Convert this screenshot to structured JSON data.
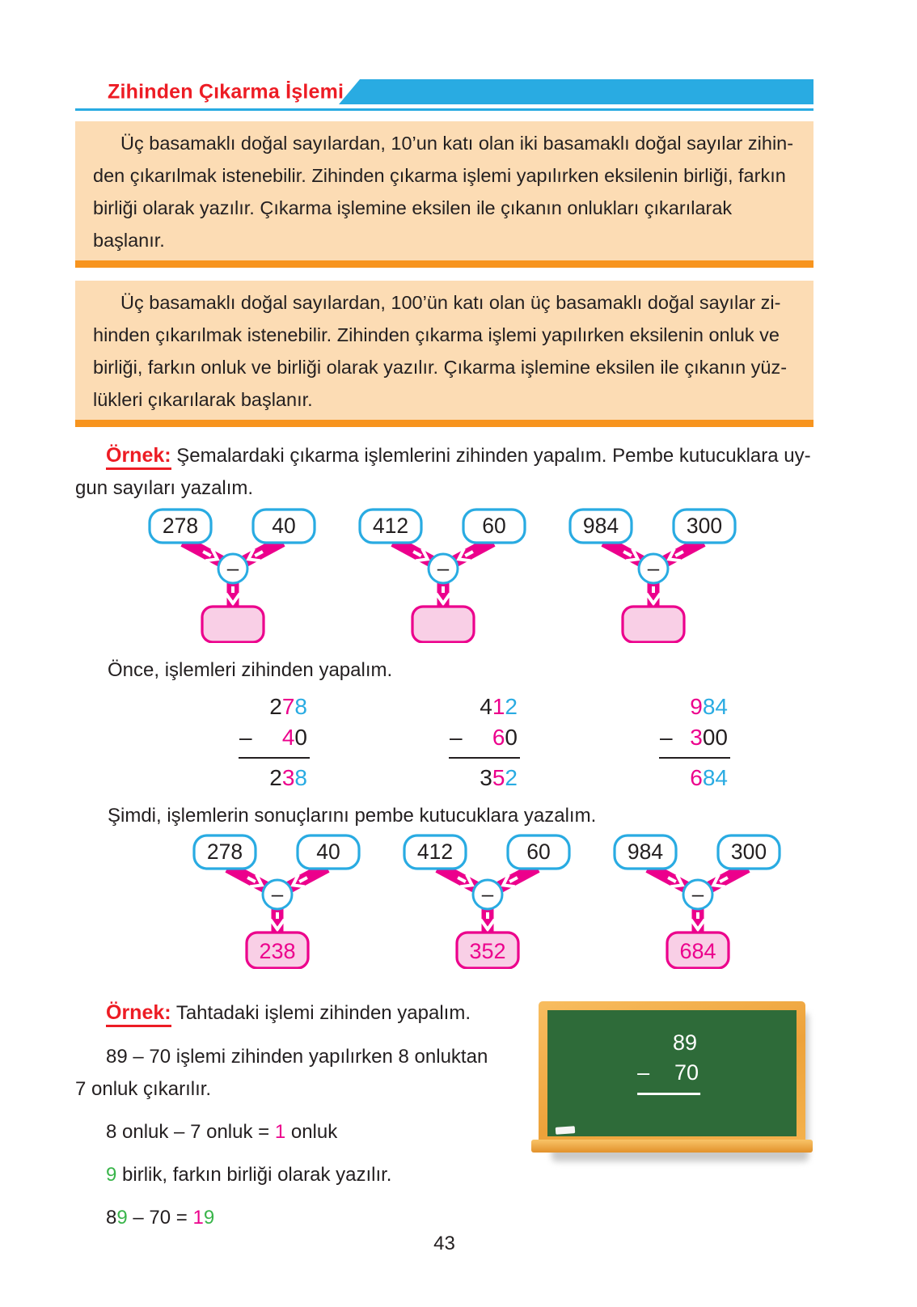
{
  "palette": {
    "band_blue": "#29abe2",
    "title_red": "#ed1c24",
    "box_peach": "#fcdcb4",
    "box_orange_border": "#f7941e",
    "scheme_magenta": "#ec008c",
    "scheme_pink_fill": "#f9cfe6",
    "digit_cyan": "#29abe2",
    "digit_magenta": "#ec008c",
    "digit_green": "#39b54a",
    "text_black": "#231f20",
    "board_green": "#2e6b39",
    "board_wood": "#eda23a"
  },
  "header": {
    "title": "Zihinden Çıkarma İşlemi"
  },
  "info_boxes": [
    {
      "lines": [
        "Üç basamaklı doğal sayılardan, 10’un katı olan iki basamaklı doğal sayılar zihin-",
        "den çıkarılmak istenebilir. Zihinden çıkarma işlemi yapılırken eksilenin birliği, farkın",
        "birliği olarak yazılır. Çıkarma işlemine eksilen ile çıkanın onlukları çıkarılarak başlanır."
      ]
    },
    {
      "lines": [
        "Üç basamaklı doğal sayılardan, 100’ün katı olan üç basamaklı doğal sayılar zi-",
        "hinden çıkarılmak istenebilir. Zihinden çıkarma işlemi yapılırken eksilenin onluk ve",
        "birliği, farkın onluk ve birliği olarak yazılır. Çıkarma işlemine eksilen ile çıkanın yüz-",
        "lükleri çıkarılarak başlanır."
      ]
    }
  ],
  "example1": {
    "label": "Örnek:",
    "line1": "Şemalardaki çıkarma işlemlerini zihinden yapalım. Pembe kutucuklara uy-",
    "line2": "gun sayıları yazalım."
  },
  "minus_sign": "–",
  "schemes_first": [
    {
      "minuend": "278",
      "subtrahend": "40",
      "result": ""
    },
    {
      "minuend": "412",
      "subtrahend": "60",
      "result": ""
    },
    {
      "minuend": "984",
      "subtrahend": "300",
      "result": ""
    }
  ],
  "note_mental": "Önce, işlemleri zihinden yapalım.",
  "column_operations": [
    {
      "minuend": [
        {
          "t": "2",
          "c": "k"
        },
        {
          "t": "7",
          "c": "m"
        },
        {
          "t": "8",
          "c": "c"
        }
      ],
      "sign": "–",
      "subtrahend": [
        {
          "t": "4",
          "c": "m"
        },
        {
          "t": "0",
          "c": "k"
        }
      ],
      "result": [
        {
          "t": "2",
          "c": "k"
        },
        {
          "t": "3",
          "c": "m"
        },
        {
          "t": "8",
          "c": "c"
        }
      ]
    },
    {
      "minuend": [
        {
          "t": "4",
          "c": "k"
        },
        {
          "t": "1",
          "c": "m"
        },
        {
          "t": "2",
          "c": "c"
        }
      ],
      "sign": "–",
      "subtrahend": [
        {
          "t": "6",
          "c": "m"
        },
        {
          "t": "0",
          "c": "k"
        }
      ],
      "result": [
        {
          "t": "3",
          "c": "k"
        },
        {
          "t": "5",
          "c": "m"
        },
        {
          "t": "2",
          "c": "c"
        }
      ]
    },
    {
      "minuend": [
        {
          "t": "9",
          "c": "m"
        },
        {
          "t": "8",
          "c": "c"
        },
        {
          "t": "4",
          "c": "c"
        }
      ],
      "sign": "–",
      "subtrahend": [
        {
          "t": "3",
          "c": "m"
        },
        {
          "t": "0",
          "c": "k"
        },
        {
          "t": "0",
          "c": "k"
        }
      ],
      "result": [
        {
          "t": "6",
          "c": "m"
        },
        {
          "t": "8",
          "c": "c"
        },
        {
          "t": "4",
          "c": "c"
        }
      ]
    }
  ],
  "note_results": "Şimdi, işlemlerin sonuçlarını pembe kutucuklara yazalım.",
  "schemes_solved": [
    {
      "minuend": "278",
      "subtrahend": "40",
      "result": "238"
    },
    {
      "minuend": "412",
      "subtrahend": "60",
      "result": "352"
    },
    {
      "minuend": "984",
      "subtrahend": "300",
      "result": "684"
    }
  ],
  "example2": {
    "label": "Örnek:",
    "intro": "Tahtadaki işlemi zihinden yapalım.",
    "para_lines": [
      "89 – 70 işlemi zihinden yapılırken 8 onluktan",
      "7 onluk çıkarılır."
    ],
    "step1": [
      {
        "t": "8 onluk – 7 onluk = ",
        "c": "k"
      },
      {
        "t": "1",
        "c": "m"
      },
      {
        "t": " onluk",
        "c": "k"
      }
    ],
    "step2": [
      {
        "t": "9",
        "c": "g"
      },
      {
        "t": " birlik, farkın birliği olarak yazılır.",
        "c": "k"
      }
    ],
    "step3": [
      {
        "t": "8",
        "c": "k"
      },
      {
        "t": "9",
        "c": "g"
      },
      {
        "t": " – 70 = ",
        "c": "k"
      },
      {
        "t": "1",
        "c": "m"
      },
      {
        "t": "9",
        "c": "g"
      }
    ]
  },
  "chalkboard": {
    "minuend": "89",
    "sign": "–",
    "subtrahend": "70"
  },
  "page_number": "43"
}
